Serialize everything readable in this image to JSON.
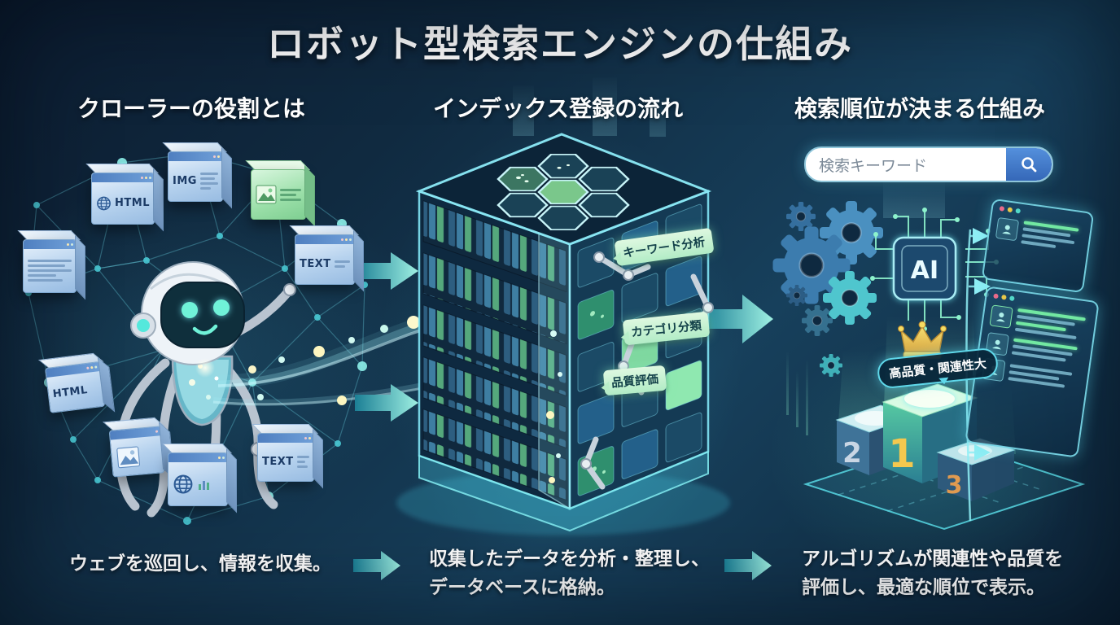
{
  "title": "ロボット型検索エンジンの仕組み",
  "colors": {
    "background_dark": "#0c1c30",
    "accent_cyan": "#7fe8ee",
    "arrow_teal": "#9ff0e2",
    "bubble_green": "#b8eec9",
    "gold": "#f4c84e",
    "silver": "#c9d6e4",
    "bronze": "#e09a50",
    "search_button_blue": "#3f7fd4",
    "result_highlight_green": "#72e8a2"
  },
  "sections": {
    "crawler": {
      "heading": "クローラーの役割とは",
      "caption": "ウェブを巡回し、情報を収集。",
      "node_labels": {
        "html_top": "HTML",
        "img_top": "IMG",
        "text_right": "TEXT",
        "html_bottom": "HTML",
        "text_bottom": "TEXT"
      }
    },
    "index": {
      "heading": "インデックス登録の流れ",
      "caption_line1": "収集したデータを分析・整理し、",
      "caption_line2": "データベースに格納。",
      "process_labels": [
        "キーワード分析",
        "カテゴリ分類",
        "品質評価"
      ]
    },
    "ranking": {
      "heading": "検索順位が決まる仕組み",
      "caption_line1": "アルゴリズムが関連性や品質を",
      "caption_line2": "評価し、最適な順位で表示。",
      "search": {
        "placeholder": "検索キーワード"
      },
      "ai_chip_label": "AI",
      "quality_badge": "高品質・関連性大",
      "podium": {
        "first": "1",
        "second": "2",
        "third": "3"
      }
    }
  }
}
